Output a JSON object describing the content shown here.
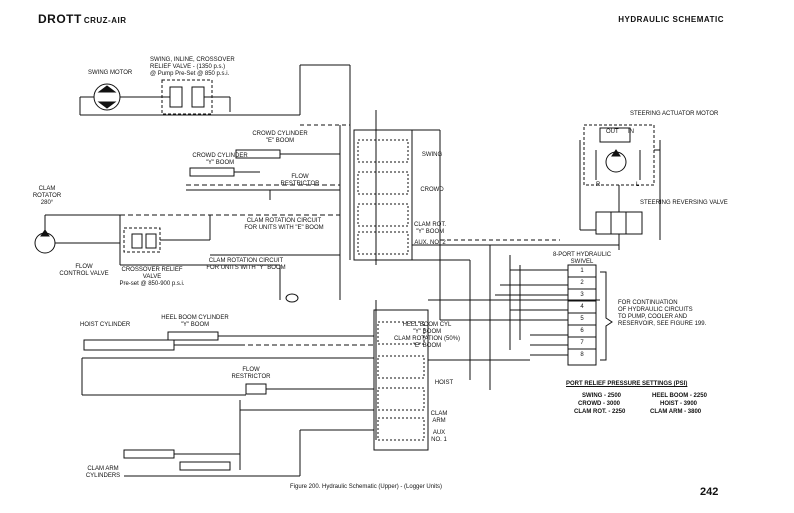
{
  "header": {
    "brand": "DROTT",
    "brand_sub": "CRUZ-AIR",
    "section_title": "HYDRAULIC SCHEMATIC"
  },
  "labels": {
    "swing_motor": "SWING MOTOR",
    "relief_valve": [
      "SWING, INLINE, CROSSOVER",
      "RELIEF VALVE - (1350 p.s.)",
      "@ Pump Pre-Set @ 850 p.s.i."
    ],
    "crowd_cylinder_e": [
      "CROWD CYLINDER",
      "\"E\" BOOM"
    ],
    "crowd_cylinder_y": [
      "CROWD CYLINDER",
      "\"Y\" BOOM"
    ],
    "flow_restrictor_top": [
      "FLOW",
      "RESTRICTOR"
    ],
    "clam_rotator": [
      "CLAM",
      "ROTATOR",
      "280°"
    ],
    "clam_rotation_e": [
      "CLAM ROTATION CIRCUIT",
      "FOR UNITS WITH \"E\" BOOM"
    ],
    "clam_rotation_y": [
      "CLAM ROTATION CIRCUIT",
      "FOR UNITS WITH \"Y\" BOOM"
    ],
    "flow_control_valve": [
      "FLOW",
      "CONTROL VALVE"
    ],
    "crossover_relief": [
      "CROSSOVER RELIEF",
      "VALVE",
      "Pre-set @ 850-900 p.s.i."
    ],
    "hoist_cylinder": "HOIST CYLINDER",
    "heel_boom_y": [
      "HEEL BOOM CYLINDER",
      "\"Y\" BOOM"
    ],
    "flow_restrictor_bottom": [
      "FLOW",
      "RESTRICTOR"
    ],
    "clam_arm_cylinders": [
      "CLAM ARM",
      "CYLINDERS"
    ],
    "steering_actuator": "STEERING ACTUATOR MOTOR",
    "steering_reversing": "STEERING REVERSING VALVE",
    "swivel": [
      "8-PORT HYDRAULIC",
      "SWIVEL"
    ],
    "continuation": [
      "FOR CONTINUATION",
      "OF HYDRAULIC CIRCUITS",
      "TO PUMP, COOLER AND",
      "RESERVOIR, SEE FIGURE 199."
    ],
    "heel_boom_cyl_e": [
      "HEEL BOOM CYL",
      "\"Y\" BOOM",
      "CLAM ROTATION (50%)",
      "\"E\" BOOM"
    ],
    "out": "OUT",
    "in": "IN",
    "r": "R",
    "l": "L"
  },
  "valve_sections": {
    "swing": "SWING",
    "crowd": "CROWD",
    "clam_rot": [
      "CLAM ROT.",
      "\"Y\" BOOM"
    ],
    "aux_no2": "AUX. NO. 2",
    "hoist": "HOIST",
    "clam_arm": [
      "CLAM",
      "ARM"
    ],
    "aux_no1": [
      "AUX",
      "NO. 1"
    ]
  },
  "swivel_ports": [
    "1",
    "2",
    "3",
    "4",
    "5",
    "6",
    "7",
    "8"
  ],
  "relief_settings": {
    "title": "PORT RELIEF PRESSURE SETTINGS (PSI)",
    "rows": [
      {
        "left": "SWING - 2500",
        "right": "HEEL BOOM - 2250"
      },
      {
        "left": "CROWD - 3000",
        "right": "HOIST - 3900"
      },
      {
        "left": "CLAM ROT. - 2250",
        "right": "CLAM ARM - 3800"
      }
    ]
  },
  "footer": {
    "caption": "Figure 200. Hydraulic Schematic (Upper) - (Logger Units)",
    "page_number": "242"
  }
}
